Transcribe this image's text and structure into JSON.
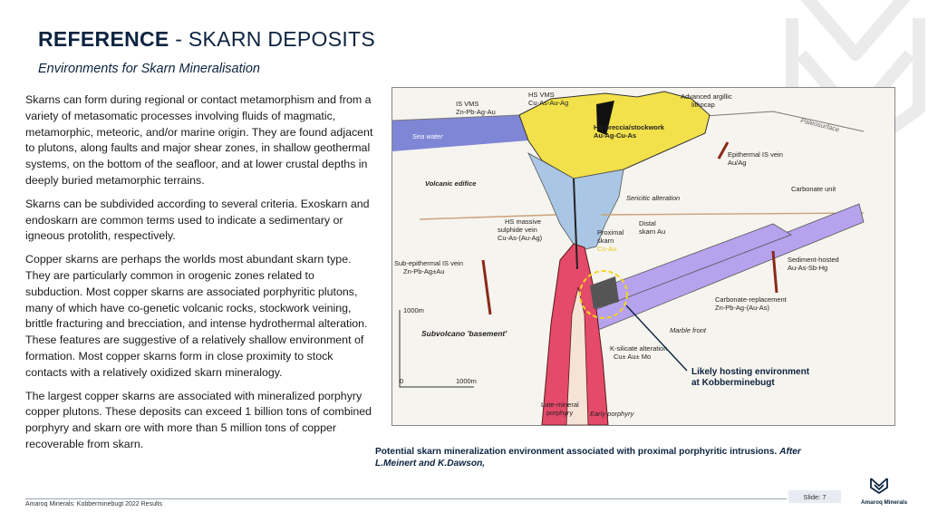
{
  "header": {
    "title_bold": "REFERENCE",
    "title_rest": " - SKARN DEPOSITS",
    "subtitle": "Environments for Skarn Mineralisation"
  },
  "body": {
    "paragraphs": [
      "Skarns can form during regional or contact metamorphism and from a variety of metasomatic processes involving fluids of magmatic, metamorphic, meteoric, and/or marine origin. They are found adjacent to plutons, along faults and major shear zones, in shallow geothermal systems, on the bottom of the seafloor, and at lower crustal depths in deeply buried metamorphic terrains.",
      "Skarns can be subdivided according to several criteria. Exoskarn and endoskarn are common terms used to indicate a sedimentary or igneous protolith, respectively.",
      "Copper skarns are perhaps the worlds most abundant skarn type. They are particularly common in orogenic zones related to subduction. Most copper skarns are associated porphyritic plutons, many of which have co-genetic volcanic rocks, stockwork veining, brittle fracturing and brecciation, and intense hydrothermal alteration. These features are suggestive of a relatively shallow environment of formation. Most copper skarns form in close proximity to stock contacts with a relatively oxidized skarn mineralogy.",
      "The largest copper skarns are associated with mineralized porphyry copper plutons. These deposits can exceed 1 billion tons of combined porphyry and skarn ore with more than 5 million tons of copper recoverable from skarn."
    ]
  },
  "figure": {
    "labels": {
      "is_vms": [
        "IS VMS",
        "Zn-Pb-Ag-Au"
      ],
      "hs_vms": [
        "HS VMS",
        "Cu-As-Au-Ag"
      ],
      "advanced_argillic": [
        "Advanced argillic",
        "lithocap"
      ],
      "paleosurface": "Paleosurface",
      "sea_water": "Sea water",
      "hs_breccia": [
        "HS breccia/stockwork",
        "Au-Ag-Cu-As"
      ],
      "epithermal_is": [
        "Epithermal IS vein",
        "Au/Ag"
      ],
      "volcanic_edifice": "Volcanic edifice",
      "sericitic": "Sericitic alteration",
      "carbonate_unit": "Carbonate unit",
      "hs_massive": [
        "HS massive",
        "sulphide vein",
        "Cu-As-(Au-Ag)"
      ],
      "proximal_skarn": [
        "Proximal",
        "skarn",
        "Cu-Au"
      ],
      "distal_skarn": [
        "Distal",
        "skarn Au"
      ],
      "sub_epithermal": [
        "Sub-epithermal IS vein",
        "Zn-Pb-Ag±Au"
      ],
      "sediment_hosted": [
        "Sediment-hosted",
        "Au-As-Sb-Hg"
      ],
      "carbonate_replacement": [
        "Carbonate-replacement",
        "Zn-Pb-Ag-(Au-As)"
      ],
      "marble_front": "Marble front",
      "subvolcano_basement": "Subvolcano 'basement'",
      "k_silicate": [
        "K-silicate alteration",
        "Cu± Au± Mo"
      ],
      "likely_hosting": [
        "Likely hosting environment",
        "at Kobberminebugt"
      ],
      "late_mineral": [
        "Late-mineral",
        "porphyry"
      ],
      "early_porphyry": "Early porphyry",
      "scale_vertical": "1000m",
      "scale_origin": "0",
      "scale_horizontal": "1000m"
    },
    "colors": {
      "sea": "#7f86d6",
      "lithocap": "#f2e14a",
      "sericitic": "#a9c6e4",
      "porphyry": "#e44a6a",
      "carbonate": "#b7a2ee",
      "highlight": "#f2d51c"
    }
  },
  "caption": {
    "main": "Potential skarn mineralization environment associated with proximal porphyritic intrusions.",
    "credit_a": "After",
    "credit_b": "L.Meinert and K.Dawson,"
  },
  "footer": {
    "company_report": "Amaroq Minerals: Kobberminebugt 2022 Results",
    "slide": "Slide: 7",
    "logo_text": "Amaroq Minerals",
    "logo_icon": "fox-logo-icon"
  }
}
